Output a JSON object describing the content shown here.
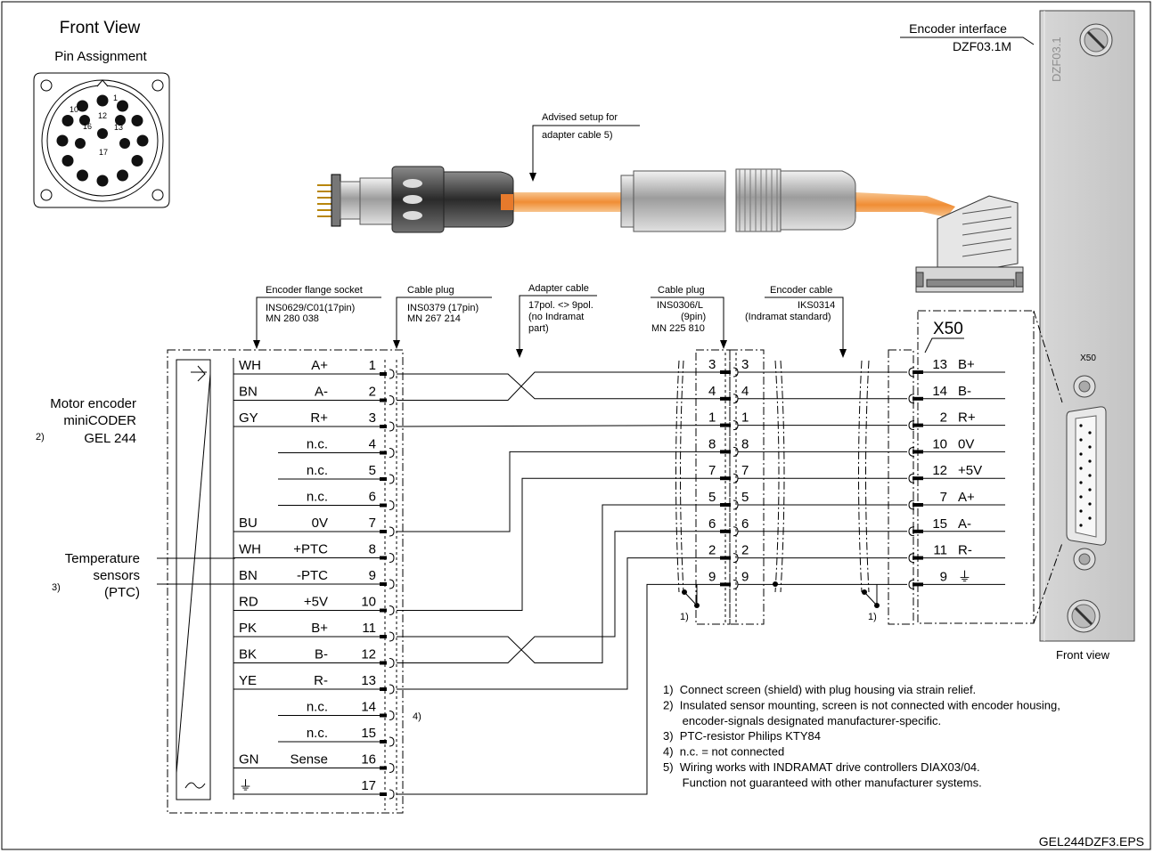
{
  "front_view": {
    "title": "Front View",
    "subtitle": "Pin Assignment",
    "pin_labels": [
      "10",
      "1",
      "12",
      "16",
      "13",
      "17"
    ]
  },
  "interface": {
    "title": "Encoder interface",
    "model": "DZF03.1M",
    "panel_label": "DZF03.1",
    "connector_label": "X50",
    "front_view_label": "Front view"
  },
  "advised": {
    "line1": "Advised setup for",
    "line2": "adapter cable  5)"
  },
  "headers": {
    "flange": {
      "title": "Encoder flange socket",
      "line1": "INS0629/C01(17pin)",
      "line2": "MN 280 038"
    },
    "cable_plug": {
      "title": "Cable plug",
      "line1": "INS0379 (17pin)",
      "line2": "MN 267 214"
    },
    "adapter": {
      "title": "Adapter cable",
      "line1": "17pol. <> 9pol.",
      "line2": "(no Indramat",
      "line3": "part)"
    },
    "cable_plug2": {
      "title": "Cable plug",
      "line1": "INS0306/L",
      "line2": "(9pin)",
      "line3": "MN 225 810"
    },
    "encoder_cable": {
      "title": "Encoder cable",
      "line1": "IKS0314",
      "line2": "(Indramat standard)"
    }
  },
  "motor": {
    "line1": "Motor encoder",
    "line2": "miniCODER",
    "note": "2)",
    "line3": "GEL 244"
  },
  "temp": {
    "line1": "Temperature",
    "line2": "sensors",
    "note": "3)",
    "line3": "(PTC)"
  },
  "x50_title": "X50",
  "pins17": [
    {
      "color": "WH",
      "signal": "A+",
      "pin": "1"
    },
    {
      "color": "BN",
      "signal": "A-",
      "pin": "2"
    },
    {
      "color": "GY",
      "signal": "R+",
      "pin": "3"
    },
    {
      "color": "",
      "signal": "n.c.",
      "pin": "4"
    },
    {
      "color": "",
      "signal": "n.c.",
      "pin": "5"
    },
    {
      "color": "",
      "signal": "n.c.",
      "pin": "6"
    },
    {
      "color": "BU",
      "signal": "0V",
      "pin": "7"
    },
    {
      "color": "WH",
      "signal": "+PTC",
      "pin": "8"
    },
    {
      "color": "BN",
      "signal": "-PTC",
      "pin": "9"
    },
    {
      "color": "RD",
      "signal": "+5V",
      "pin": "10"
    },
    {
      "color": "PK",
      "signal": "B+",
      "pin": "11"
    },
    {
      "color": "BK",
      "signal": "B-",
      "pin": "12"
    },
    {
      "color": "YE",
      "signal": "R-",
      "pin": "13"
    },
    {
      "color": "",
      "signal": "n.c.",
      "pin": "14"
    },
    {
      "color": "",
      "signal": "n.c.",
      "pin": "15"
    },
    {
      "color": "GN",
      "signal": "Sense",
      "pin": "16"
    },
    {
      "color": "⏚",
      "signal": "",
      "pin": "17"
    }
  ],
  "note4": "4)",
  "pins9": [
    "3",
    "4",
    "1",
    "8",
    "7",
    "5",
    "6",
    "2",
    "9"
  ],
  "x50_pins": [
    {
      "pin": "13",
      "signal": "B+"
    },
    {
      "pin": "14",
      "signal": "B-"
    },
    {
      "pin": "2",
      "signal": "R+"
    },
    {
      "pin": "10",
      "signal": "0V"
    },
    {
      "pin": "12",
      "signal": "+5V"
    },
    {
      "pin": "7",
      "signal": "A+"
    },
    {
      "pin": "15",
      "signal": "A-"
    },
    {
      "pin": "11",
      "signal": "R-"
    },
    {
      "pin": "9",
      "signal": "⏚"
    }
  ],
  "note1_a": "1)",
  "note1_b": "1)",
  "notes": [
    "1)  Connect screen (shield) with plug housing via strain relief.",
    "2)  Insulated sensor mounting, screen is not connected with encoder housing,",
    "      encoder-signals designated manufacturer-specific.",
    "3)  PTC-resistor Philips KTY84",
    "4)  n.c. = not connected",
    "5)  Wiring works with INDRAMAT drive controllers DIAX03/04.",
    "      Function not guaranteed with other manufacturer systems."
  ],
  "file_id": "GEL244DZF3.EPS",
  "colors": {
    "cable": "#f3a35a",
    "panel": "#cfcfcf",
    "line": "#000000"
  }
}
